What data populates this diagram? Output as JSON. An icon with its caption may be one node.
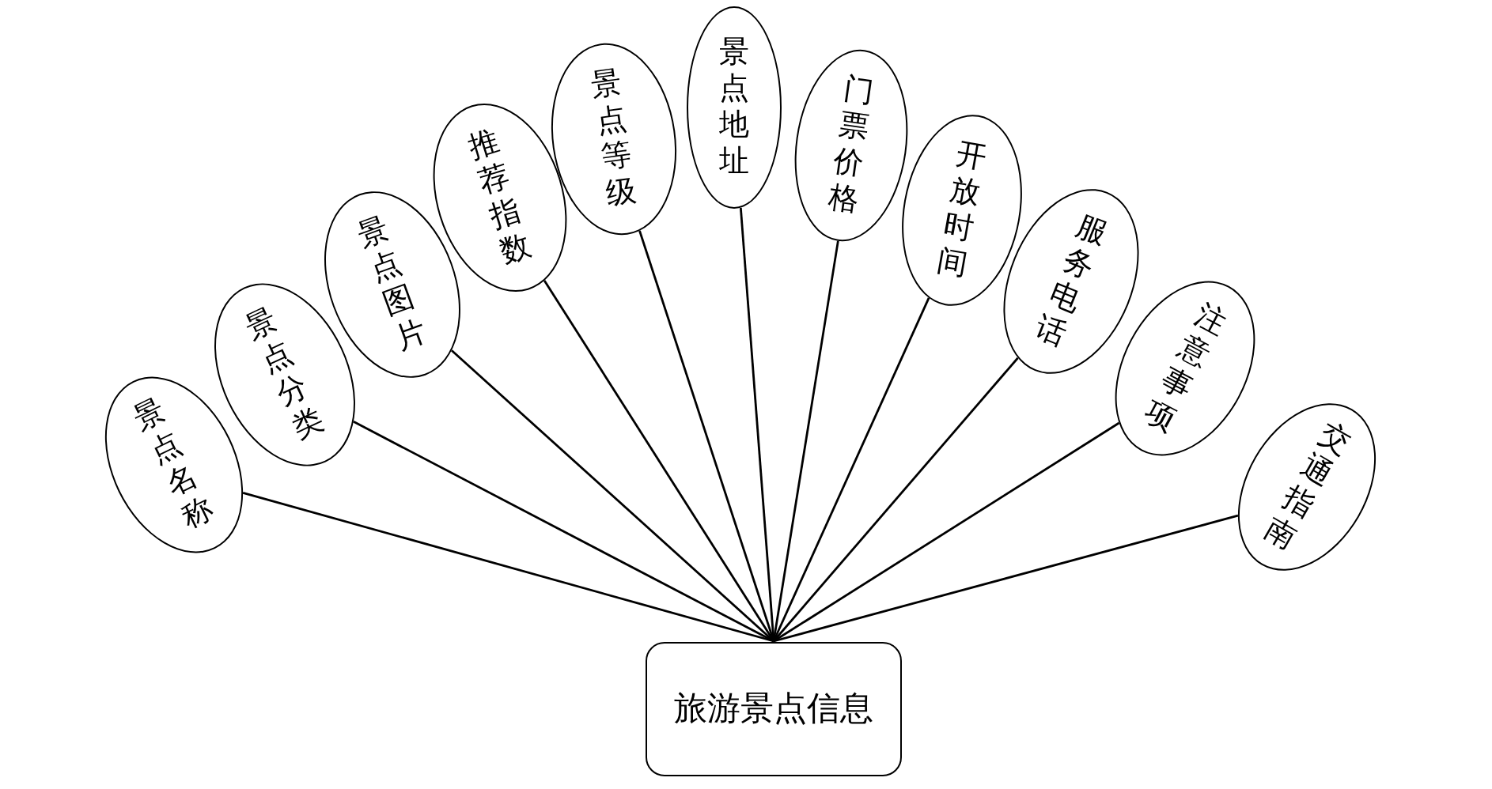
{
  "diagram": {
    "nodes": [
      {
        "text": [
          "旅游景点信息"
        ]
      },
      {
        "text": [
          "景点名称"
        ]
      },
      {
        "text": [
          "景点分类"
        ]
      },
      {
        "text": [
          "景点图片"
        ]
      },
      {
        "text": [
          "推荐指数"
        ]
      },
      {
        "text": [
          "景点等级"
        ]
      },
      {
        "text": [
          "景点地址"
        ]
      },
      {
        "text": [
          "门票价格"
        ]
      },
      {
        "text": [
          "开放时间"
        ]
      },
      {
        "text": [
          "服务电话"
        ]
      },
      {
        "text": [
          "注意事项"
        ]
      },
      {
        "text": [
          "交通指南"
        ]
      }
    ],
    "edges": [
      {
        "from": 0,
        "to": 1,
        "arrow": "none"
      },
      {
        "from": 0,
        "to": 2,
        "arrow": "none"
      },
      {
        "from": 0,
        "to": 3,
        "arrow": "none"
      },
      {
        "from": 0,
        "to": 4,
        "arrow": "none"
      },
      {
        "from": 0,
        "to": 5,
        "arrow": "none"
      },
      {
        "from": 0,
        "to": 6,
        "arrow": "none"
      },
      {
        "from": 0,
        "to": 7,
        "arrow": "none"
      },
      {
        "from": 0,
        "to": 8,
        "arrow": "none"
      },
      {
        "from": 0,
        "to": 9,
        "arrow": "none"
      },
      {
        "from": 0,
        "to": 10,
        "arrow": "none"
      },
      {
        "from": 0,
        "to": 11,
        "arrow": "none"
      }
    ]
  }
}
